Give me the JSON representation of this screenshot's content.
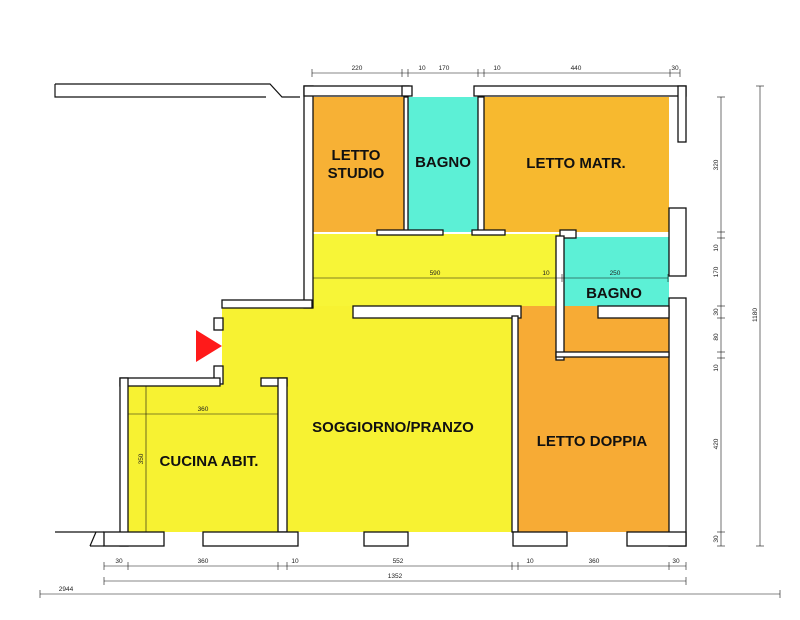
{
  "rooms": {
    "letto_studio": {
      "line1": "LETTO",
      "line2": "STUDIO",
      "color": "#f7b135"
    },
    "bagno_top": {
      "label": "BAGNO",
      "color": "#5cf0d6"
    },
    "letto_matr": {
      "label": "LETTO MATR.",
      "color": "#f7b92f"
    },
    "corridor": {
      "color": "#f7f537"
    },
    "bagno_right": {
      "label": "BAGNO",
      "color": "#5cf0d6"
    },
    "soggiorno": {
      "label": "SOGGIORNO/PRANZO",
      "color": "#f7f232"
    },
    "letto_doppia": {
      "label": "LETTO DOPPIA",
      "color": "#f7ab35"
    },
    "cucina": {
      "label": "CUCINA ABIT.",
      "color": "#f7f232"
    }
  },
  "entrance_marker_color": "#ff1a1a",
  "dimensions": {
    "top": [
      "220",
      "10",
      "170",
      "10",
      "440",
      "30"
    ],
    "right": [
      "320",
      "10",
      "170",
      "30",
      "80",
      "10",
      "420",
      "30"
    ],
    "right_total": "1180",
    "corridor": [
      "590",
      "10",
      "250"
    ],
    "cucina_width": "360",
    "cucina_height": "350",
    "bottom": [
      "30",
      "360",
      "10",
      "552",
      "10",
      "360",
      "30"
    ],
    "bottom_total": "1352",
    "overall": "2944"
  }
}
